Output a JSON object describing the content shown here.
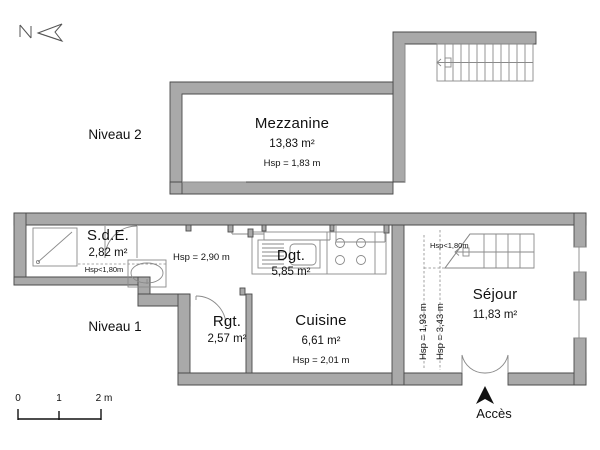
{
  "document": {
    "type": "floor-plan",
    "orientation_marker": "N",
    "north_label": "N"
  },
  "levels": [
    {
      "id": "niveau2",
      "label": "Niveau 2"
    },
    {
      "id": "niveau1",
      "label": "Niveau 1"
    }
  ],
  "rooms": [
    {
      "id": "mezzanine",
      "name": "Mezzanine",
      "area": "13,83 m²",
      "hsp": "Hsp = 1,83 m",
      "level": "Niveau 2"
    },
    {
      "id": "sde",
      "name": "S.d.E.",
      "area": "2,82 m²",
      "hsp": "Hsp<1,80m",
      "level": "Niveau 1"
    },
    {
      "id": "dgt",
      "name": "Dgt.",
      "area": "5,85 m²",
      "hsp": "Hsp = 2,90 m",
      "level": "Niveau 1"
    },
    {
      "id": "rgt",
      "name": "Rgt.",
      "area": "2,57 m²",
      "hsp": "",
      "level": "Niveau 1"
    },
    {
      "id": "cuisine",
      "name": "Cuisine",
      "area": "6,61 m²",
      "hsp": "Hsp = 2,01 m",
      "level": "Niveau 1"
    },
    {
      "id": "sejour",
      "name": "Séjour",
      "area": "11,83 m²",
      "hsp": "Hsp<1,80m",
      "level": "Niveau 1"
    }
  ],
  "annotations": {
    "sejour_hsp_low": "Hsp = 1,93 m",
    "sejour_hsp_high": "Hsp = 3,43 m",
    "sejour_hsp_slope": "Hsp<1,80m",
    "dgt_hsp": "Hsp = 2,90 m",
    "sde_hsp": "Hsp<1,80m",
    "access": "Accès"
  },
  "scale_bar": {
    "ticks": [
      "0",
      "1",
      "2 m"
    ],
    "unit": "m"
  },
  "colors": {
    "wall_fill": "#a9a9a9",
    "wall_stroke": "#4a4a4a",
    "thin_line": "#7a7a7a",
    "text": "#111111",
    "background": "#ffffff"
  }
}
